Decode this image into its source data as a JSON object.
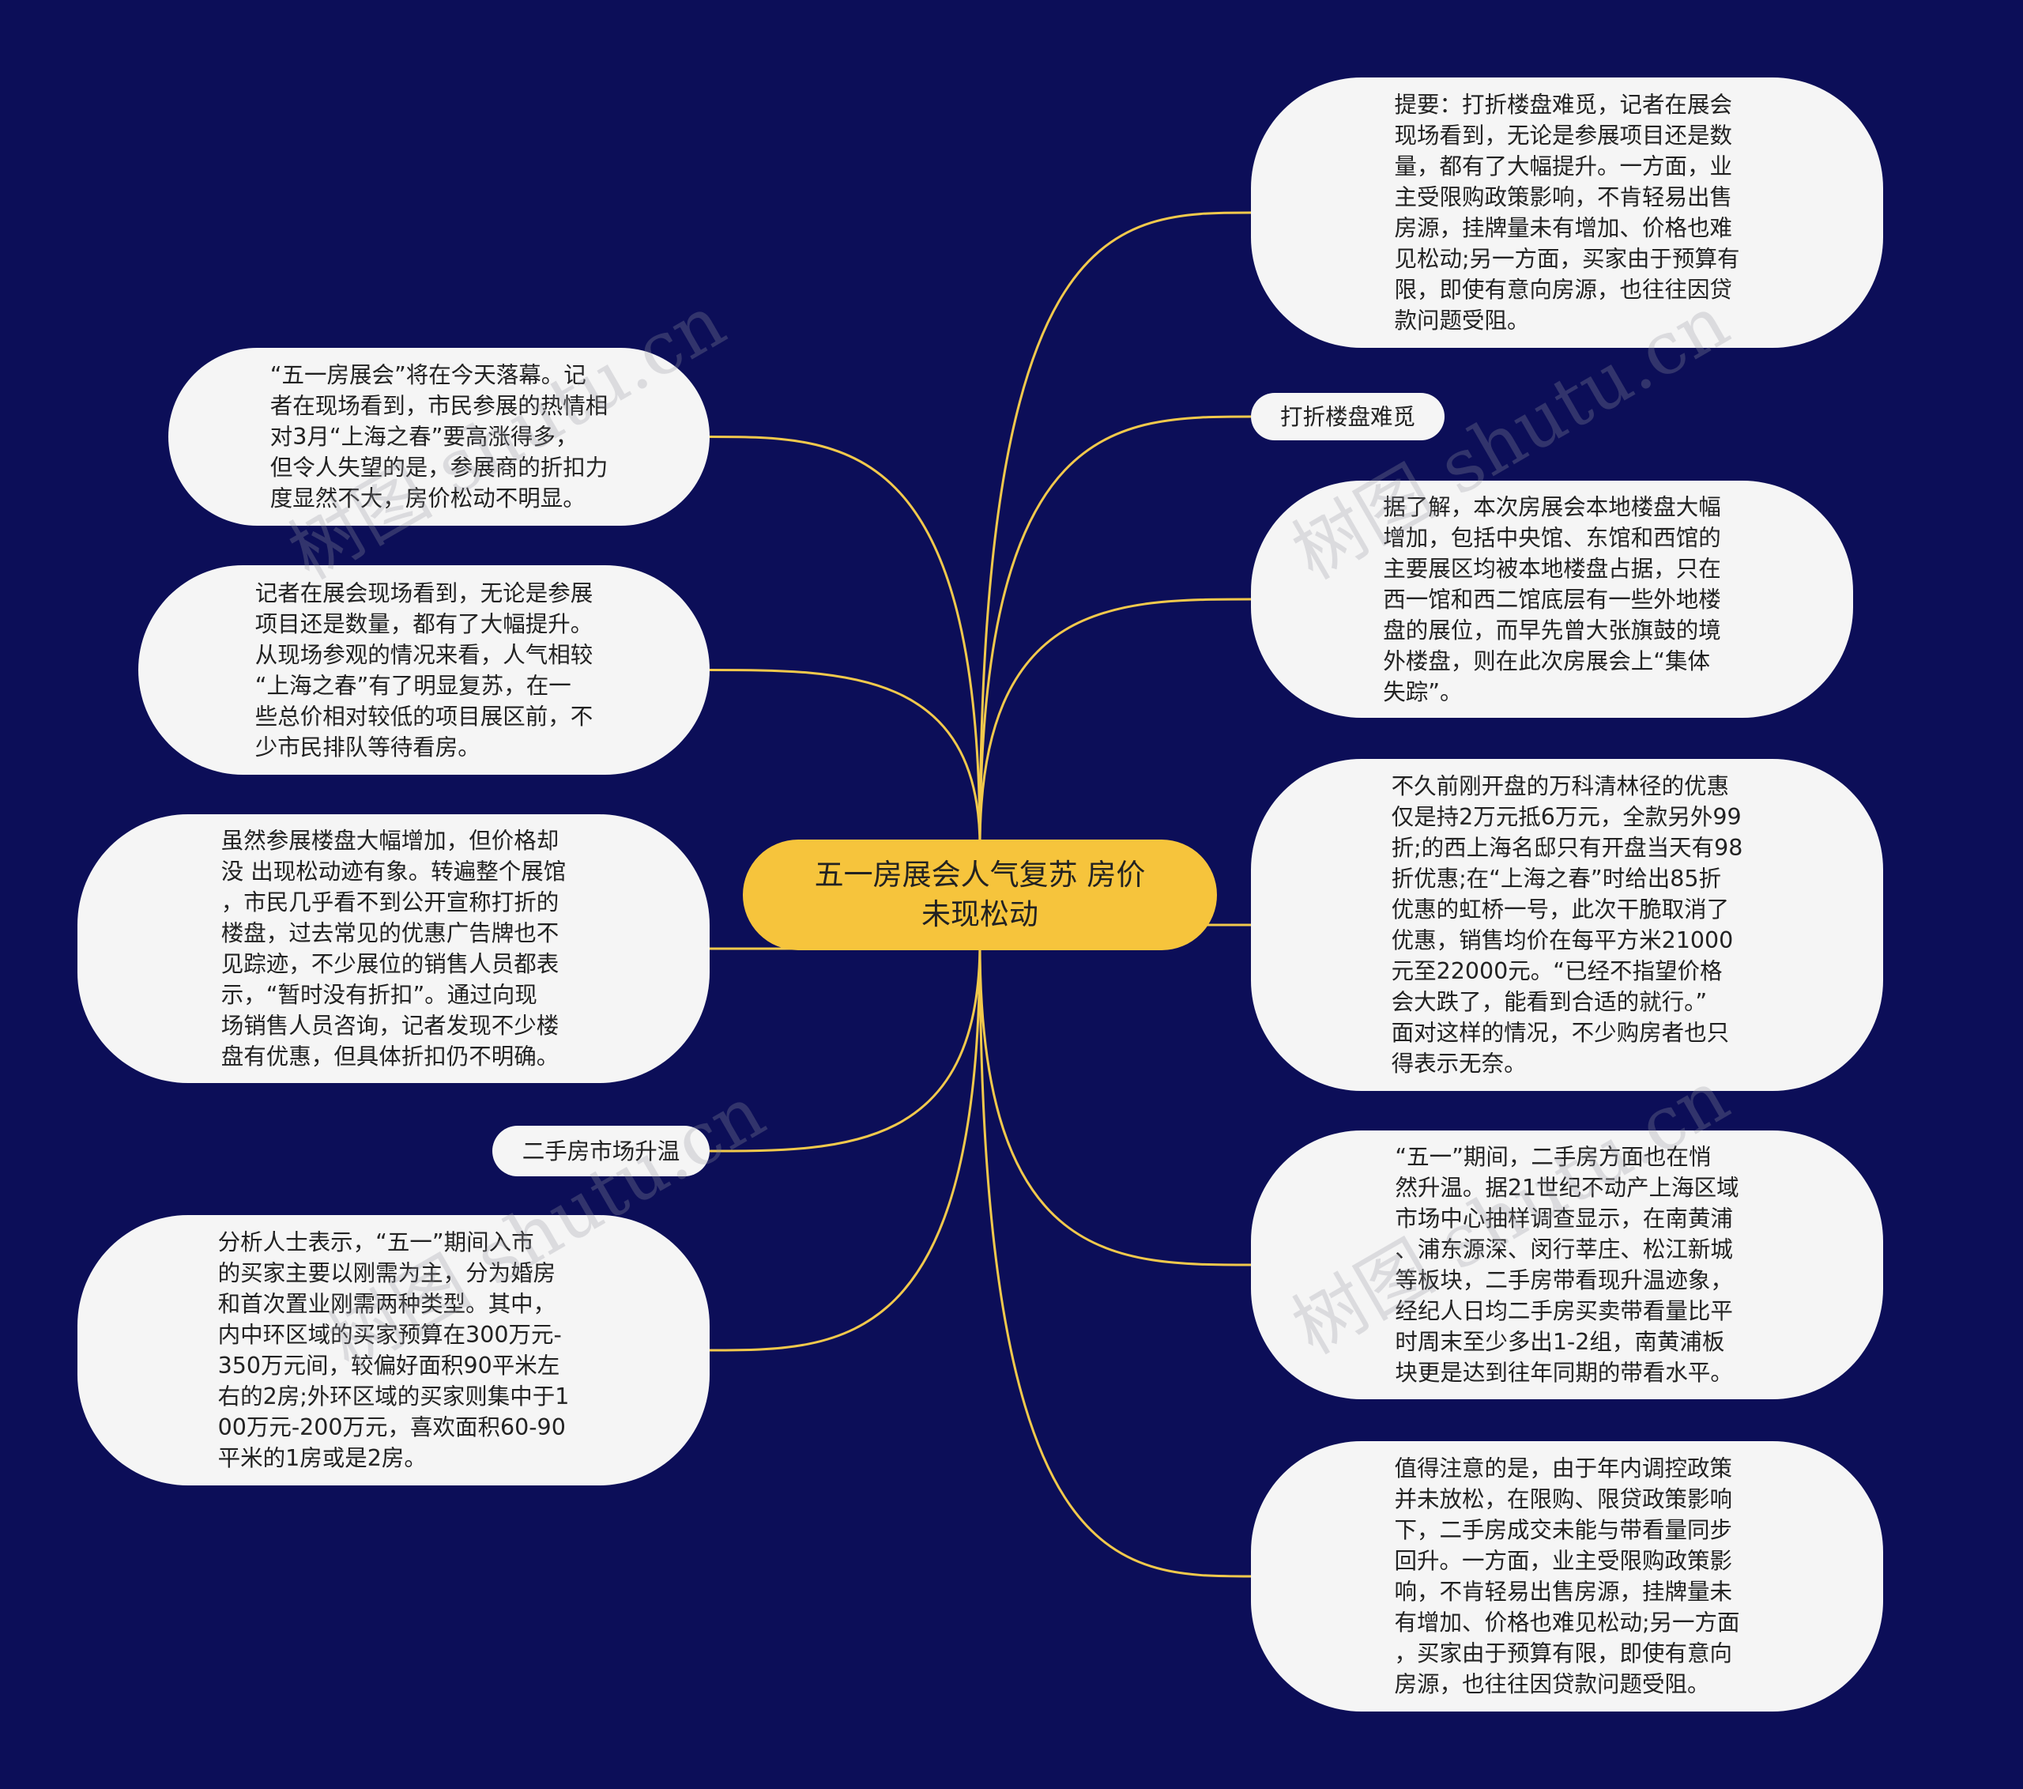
{
  "colors": {
    "background": "#0c0e58",
    "root": "#f6c43c",
    "link": "#f2c94c",
    "node": "#f5f5f5"
  },
  "root": {
    "label": "五一房展会人气复苏 房价\n未现松动"
  },
  "right": [
    {
      "id": "r1",
      "text": "提要：打折楼盘难觅，记者在展会\n现场看到，无论是参展项目还是数\n量，都有了大幅提升。一方面，业\n主受限购政策影响，不肯轻易出售\n房源，挂牌量未有增加、价格也难\n见松动;另一方面，买家由于预算有\n限，即使有意向房源，也往往因贷\n款问题受阻。"
    },
    {
      "id": "r2",
      "text": "打折楼盘难觅"
    },
    {
      "id": "r3",
      "text": "据了解，本次房展会本地楼盘大幅\n增加，包括中央馆、东馆和西馆的\n主要展区均被本地楼盘占据，只在\n西一馆和西二馆底层有一些外地楼\n盘的展位，而早先曾大张旗鼓的境\n外楼盘，则在此次房展会上“集体\n失踪”。"
    },
    {
      "id": "r4",
      "text": "不久前刚开盘的万科清林径的优惠\n仅是持2万元抵6万元，全款另外99\n折;的西上海名邸只有开盘当天有98\n折优惠;在“上海之春”时给出85折\n优惠的虹桥一号，此次干脆取消了\n优惠，销售均价在每平方米21000\n元至22000元。“已经不指望价格\n会大跌了，能看到合适的就行。”\n面对这样的情况，不少购房者也只\n得表示无奈。"
    },
    {
      "id": "r5",
      "text": "“五一”期间，二手房方面也在悄\n然升温。据21世纪不动产上海区域\n市场中心抽样调查显示，在南黄浦\n、浦东源深、闵行莘庄、松江新城\n等板块，二手房带看现升温迹象，\n经纪人日均二手房买卖带看量比平\n时周末至少多出1-2组，南黄浦板\n块更是达到往年同期的带看水平。"
    },
    {
      "id": "r6",
      "text": "值得注意的是，由于年内调控政策\n并未放松，在限购、限贷政策影响\n下，二手房成交未能与带看量同步\n回升。一方面，业主受限购政策影\n响，不肯轻易出售房源，挂牌量未\n有增加、价格也难见松动;另一方面\n，买家由于预算有限，即使有意向\n房源，也往往因贷款问题受阻。"
    }
  ],
  "left": [
    {
      "id": "l1",
      "text": "“五一房展会”将在今天落幕。记\n者在现场看到，市民参展的热情相\n对3月“上海之春”要高涨得多，\n但令人失望的是，参展商的折扣力\n度显然不大，房价松动不明显。"
    },
    {
      "id": "l2",
      "text": "记者在展会现场看到，无论是参展\n项目还是数量，都有了大幅提升。\n从现场参观的情况来看，人气相较\n“上海之春”有了明显复苏，在一\n些总价相对较低的项目展区前，不\n少市民排队等待看房。"
    },
    {
      "id": "l3",
      "text": "虽然参展楼盘大幅增加，但价格却\n没 出现松动迹有象。转遍整个展馆\n，市民几乎看不到公开宣称打折的\n楼盘，过去常见的优惠广告牌也不\n见踪迹，不少展位的销售人员都表\n示，“暂时没有折扣”。通过向现\n场销售人员咨询，记者发现不少楼\n盘有优惠，但具体折扣仍不明确。"
    },
    {
      "id": "l4",
      "text": "二手房市场升温"
    },
    {
      "id": "l5",
      "text": "分析人士表示，“五一”期间入市\n的买家主要以刚需为主，分为婚房\n和首次置业刚需两种类型。其中，\n内中环区域的买家预算在300万元-\n350万元间，较偏好面积90平米左\n右的2房;外环区域的买家则集中于1\n00万元-200万元，喜欢面积60-90\n平米的1房或是2房。"
    }
  ],
  "watermark": "树图 shutu.cn"
}
